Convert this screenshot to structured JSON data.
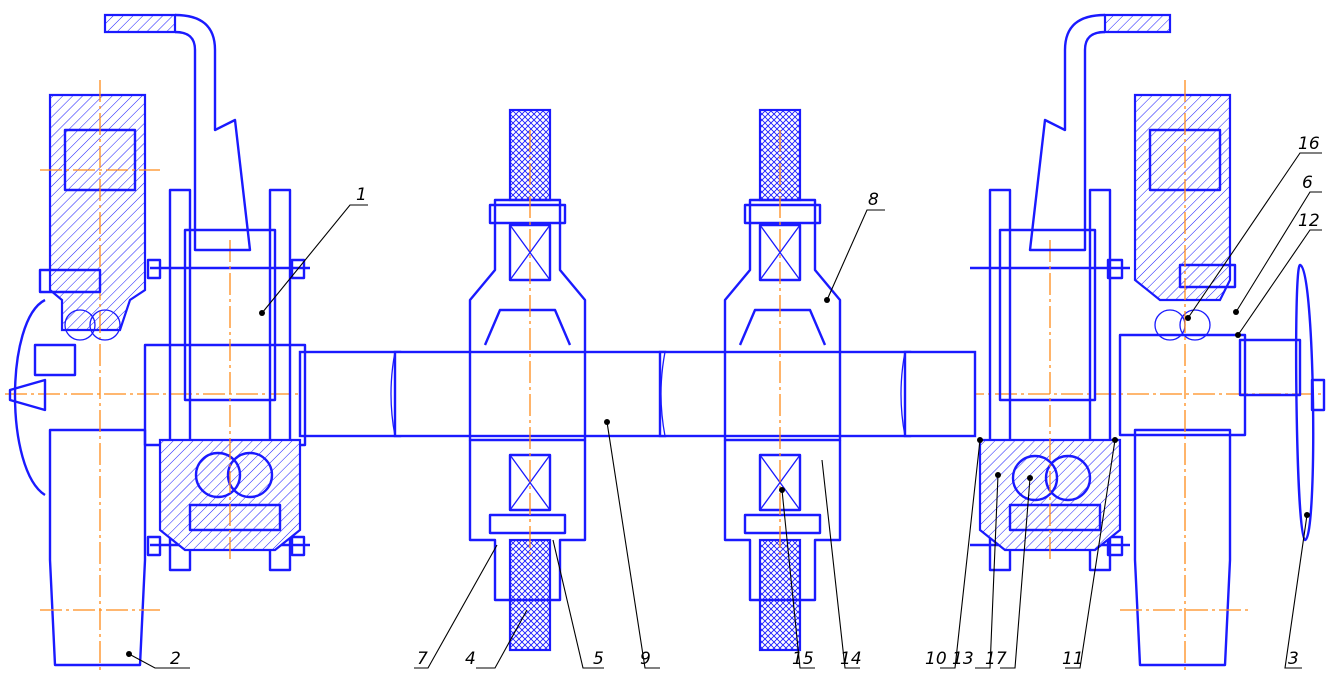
{
  "callouts": [
    {
      "id": "c1",
      "label": "1"
    },
    {
      "id": "c2",
      "label": "2"
    },
    {
      "id": "c3",
      "label": "3"
    },
    {
      "id": "c4",
      "label": "4"
    },
    {
      "id": "c5",
      "label": "5"
    },
    {
      "id": "c6",
      "label": "6"
    },
    {
      "id": "c7",
      "label": "7"
    },
    {
      "id": "c8",
      "label": "8"
    },
    {
      "id": "c9",
      "label": "9"
    },
    {
      "id": "c10",
      "label": "10"
    },
    {
      "id": "c11",
      "label": "11"
    },
    {
      "id": "c12",
      "label": "12"
    },
    {
      "id": "c13",
      "label": "13"
    },
    {
      "id": "c14",
      "label": "14"
    },
    {
      "id": "c15",
      "label": "15"
    },
    {
      "id": "c16",
      "label": "16"
    },
    {
      "id": "c17",
      "label": "17"
    }
  ],
  "colors": {
    "outline": "#1a1aff",
    "axis": "#ff8c1a",
    "leader": "#000000",
    "background": "#ffffff"
  }
}
